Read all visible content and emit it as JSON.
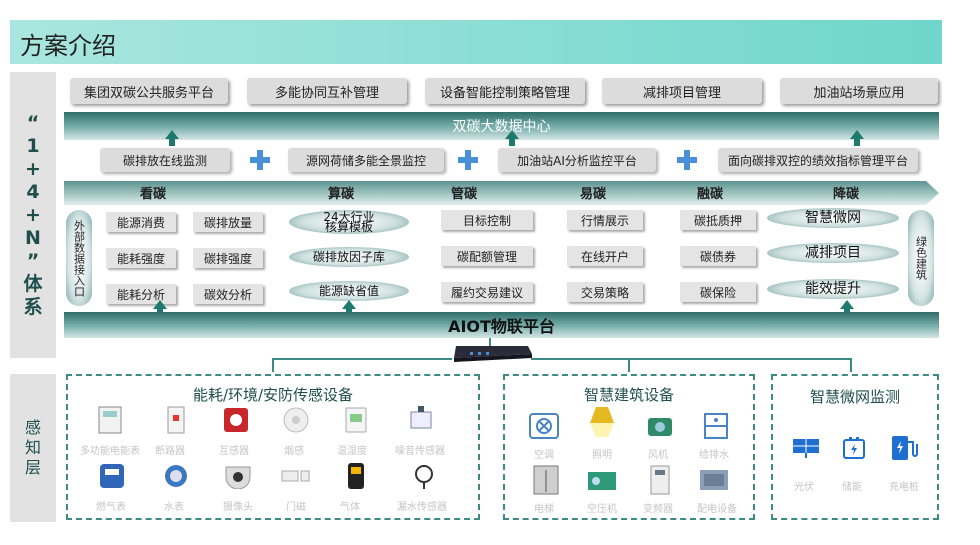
{
  "title": "方案介绍",
  "side_top": [
    "“",
    "1",
    "+",
    "4",
    "+",
    "N",
    "”",
    "体",
    "系"
  ],
  "side_bottom": [
    "感",
    "知",
    "层"
  ],
  "top_apps": [
    "集团双碳公共服务平台",
    "多能协同互补管理",
    "设备智能控制策略管理",
    "减排项目管理",
    "加油站场景应用"
  ],
  "data_center": "双碳大数据中心",
  "monitor_items": [
    "碳排放在线监测",
    "源网荷储多能全景监控",
    "加油站AI分析监控平台",
    "面向碳排双控的绩效指标管理平台"
  ],
  "categories": [
    "看碳",
    "算碳",
    "管碳",
    "易碳",
    "融碳",
    "降碳"
  ],
  "left_pill": "外部数据接入口",
  "right_pill": "绿色建筑",
  "kantan": [
    "能源消费",
    "碳排放量",
    "能耗强度",
    "碳排强度",
    "能耗分析",
    "碳效分析"
  ],
  "suantan": [
    "24大行业\n核算模板",
    "碳排放因子库",
    "能源缺省值"
  ],
  "guantan": [
    "目标控制",
    "碳配额管理",
    "履约交易建议"
  ],
  "yitan": [
    "行情展示",
    "在线开户",
    "交易策略"
  ],
  "rongtan": [
    "碳抵质押",
    "碳债券",
    "碳保险"
  ],
  "jiangtan": [
    "智慧微网",
    "减排项目",
    "能效提升"
  ],
  "platform": "AIOT物联平台",
  "groups": {
    "sensing": {
      "title": "能耗/环境/安防传感设备",
      "row1": [
        "多功能电能表",
        "断路器",
        "互感器",
        "烟感",
        "温湿度",
        "噪音传感器"
      ],
      "row2": [
        "燃气表",
        "水表",
        "摄像头",
        "门磁",
        "气体",
        "漏水传感器"
      ]
    },
    "building": {
      "title": "智慧建筑设备",
      "row1": [
        "空调",
        "照明",
        "风机",
        "给排水"
      ],
      "row2": [
        "电梯",
        "空压机",
        "变频器",
        "配电设备"
      ]
    },
    "microgrid": {
      "title": "智慧微网监测",
      "row1": [
        "光伏",
        "储能",
        "充电桩"
      ]
    }
  },
  "colors": {
    "teal": "#1e7a6f",
    "accent": "#4a90d9",
    "title_bg": "#7ad8cd"
  }
}
